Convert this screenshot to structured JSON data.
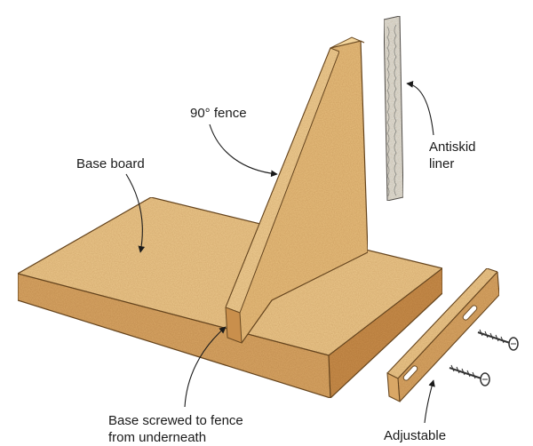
{
  "labels": {
    "base_board": "Base board",
    "fence": "90° fence",
    "liner": "Antiskid\nliner",
    "screwed": "Base screwed to fence\nfrom underneath",
    "adjustable": "Adjustable"
  },
  "colors": {
    "wood_top": "#edc98d",
    "wood_side": "#d9a766",
    "wood_dark": "#c98f4c",
    "outline": "#6b4a22",
    "liner": "#e2e2dc",
    "text": "#1a1a1a"
  }
}
